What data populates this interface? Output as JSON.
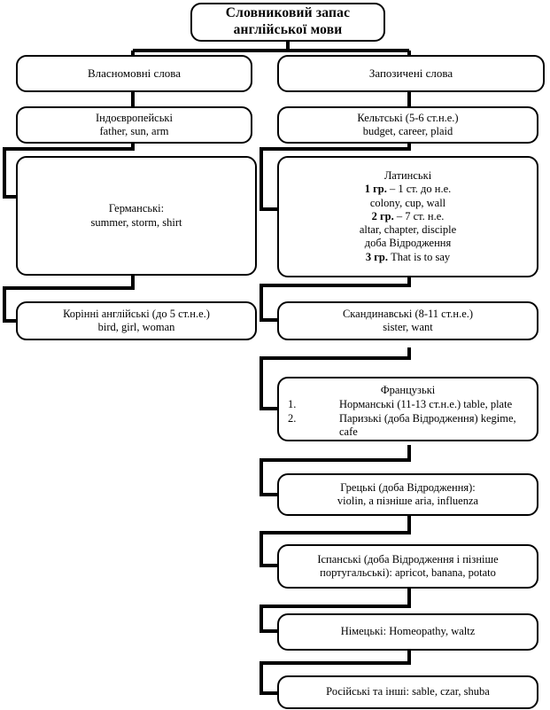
{
  "diagram": {
    "title_node": {
      "lines": [
        "Словниковий запас",
        "англійської мови"
      ]
    },
    "branches": {
      "native": {
        "header": "Власномовні слова",
        "nodes": [
          {
            "lines": [
              "Індоєвропейські",
              "father, sun, arm"
            ]
          },
          {
            "lines": [
              "Германські:",
              "summer, storm, shirt"
            ]
          },
          {
            "lines": [
              "Корінні англійські (до 5 ст.н.е.)",
              "bird, girl, woman"
            ]
          }
        ]
      },
      "borrowed": {
        "header": "Запозичені слова",
        "nodes": [
          {
            "lines": [
              "Кельтські (5-6 ст.н.е.)",
              "budget, career, plaid"
            ]
          },
          {
            "latin": {
              "title": "Латинські",
              "rows": [
                {
                  "marker": "1 гр.",
                  "rest": " – 1 ст. до н.е."
                },
                {
                  "marker": "",
                  "rest": "colony, cup, wall"
                },
                {
                  "marker": "2 гр.",
                  "rest": " – 7 ст. н.е."
                },
                {
                  "marker": "",
                  "rest": "altar, chapter, disciple"
                },
                {
                  "marker": "",
                  "rest": "доба Відродження"
                },
                {
                  "marker": "3 гр.",
                  "rest": " That is to say"
                }
              ]
            }
          },
          {
            "lines": [
              "Скандинавські (8-11 ст.н.е.)",
              "sister, want"
            ]
          },
          {
            "french": {
              "title": "Французькі",
              "items": [
                {
                  "num": "1.",
                  "text": "Норманські (11-13 ст.н.е.) table, plate"
                },
                {
                  "num": "2.",
                  "text": "Паризькі (доба Відродження) kegime, cafe"
                }
              ]
            }
          },
          {
            "lines": [
              "Грецькі (доба Відродження):",
              "violin, a пізніше aria, influenza"
            ]
          },
          {
            "lines": [
              "Іспанські (доба Відродження і пізніше",
              "португальські): apricot, banana, potato"
            ]
          },
          {
            "lines": [
              "Німецькі: Homeopathy, waltz"
            ]
          },
          {
            "lines": [
              "Російські та інші: sable, czar, shuba"
            ]
          }
        ]
      }
    },
    "colors": {
      "line": "#000000",
      "box_fill": "#ffffff",
      "text": "#000000"
    }
  }
}
